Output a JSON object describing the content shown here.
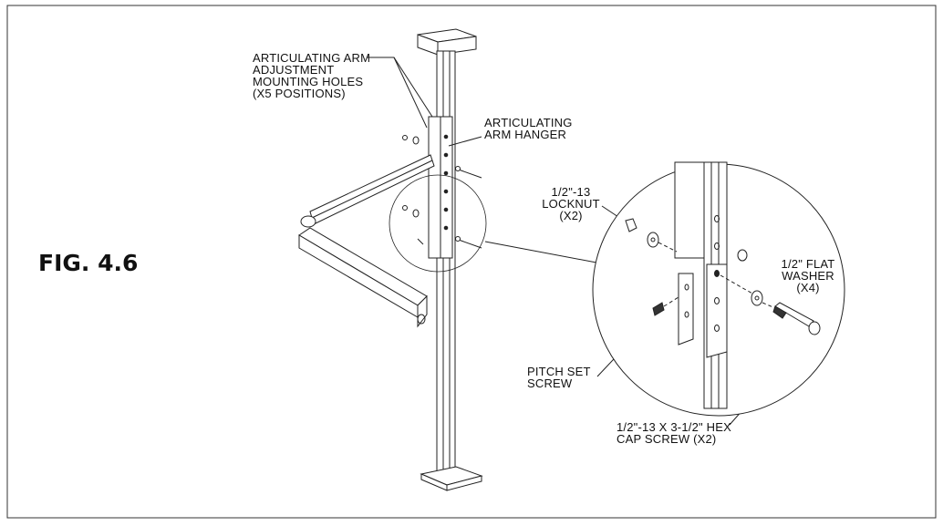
{
  "figure_label": "FIG. 4.6",
  "callouts": {
    "mounting_holes": [
      "ARTICULATING ARM",
      "ADJUSTMENT",
      "MOUNTING HOLES",
      "(X5 POSITIONS)"
    ],
    "arm_hanger": [
      "ARTICULATING",
      "ARM HANGER"
    ],
    "locknut": [
      "1/2\"-13",
      "LOCKNUT",
      "(X2)"
    ],
    "flat_washer": [
      "1/2\" FLAT",
      "WASHER",
      "(X4)"
    ],
    "pitch_set_screw": [
      "PITCH SET",
      "SCREW"
    ],
    "hex_cap_screw": [
      "1/2\"-13 X 3-1/2\" HEX",
      "CAP SCREW (X2)"
    ]
  }
}
